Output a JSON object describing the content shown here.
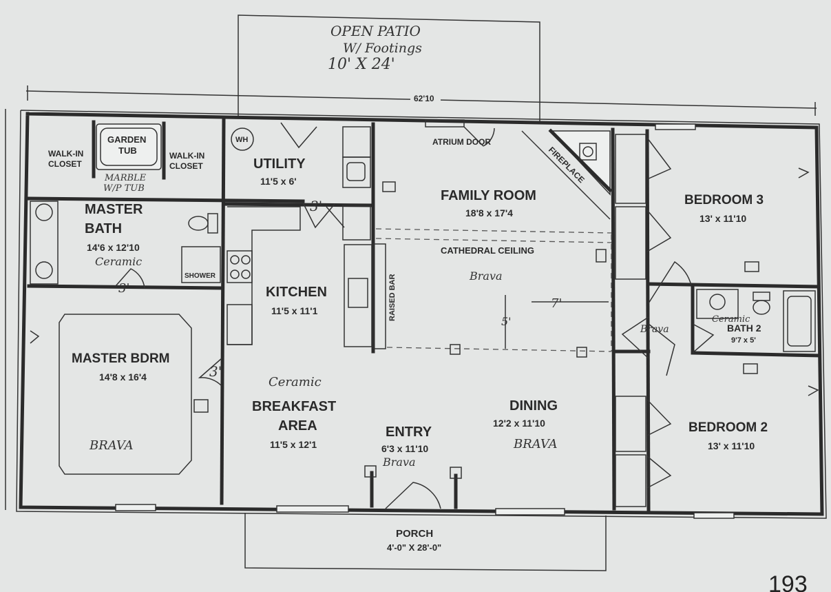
{
  "patio": {
    "line1": "OPEN PATIO",
    "line2": "W/ Footings",
    "line3": "10' X 24'"
  },
  "overall_width": "62'10",
  "rooms": {
    "walk_in_closet_left": {
      "line1": "WALK-IN",
      "line2": "CLOSET"
    },
    "garden_tub": {
      "line1": "GARDEN",
      "line2": "TUB"
    },
    "walk_in_closet_right": {
      "line1": "WALK-IN",
      "line2": "CLOSET"
    },
    "marble_note": {
      "line1": "MARBLE",
      "line2": "W/P TUB"
    },
    "wh": "WH",
    "utility": {
      "name": "UTILITY",
      "dims": "11'5 x 6'"
    },
    "master_bath": {
      "line1": "MASTER",
      "line2": "BATH",
      "dims": "14'6 x 12'10",
      "note": "Ceramic"
    },
    "shower": "SHOWER",
    "kitchen": {
      "name": "KITCHEN",
      "dims": "11'5 x 11'1"
    },
    "family_room": {
      "name": "FAMILY ROOM",
      "dims": "18'8 x 17'4"
    },
    "atrium_door": "ATRIUM DOOR",
    "fireplace": "FIREPLACE",
    "cathedral_ceiling": "CATHEDRAL CEILING",
    "raised_bar": "RAISED BAR",
    "family_note": "Brava",
    "bedroom3": {
      "name": "BEDROOM 3",
      "dims": "13' x 11'10"
    },
    "bath2": {
      "name": "BATH 2",
      "dims": "9'7 x 5'",
      "note": "Ceramic"
    },
    "hall_note": "Brava",
    "master_bdrm": {
      "name": "MASTER BDRM",
      "dims": "14'8 x 16'4",
      "note": "BRAVA"
    },
    "breakfast": {
      "note": "Ceramic",
      "line1": "BREAKFAST",
      "line2": "AREA",
      "dims": "11'5 x 12'1"
    },
    "entry": {
      "name": "ENTRY",
      "dims": "6'3 x 11'10",
      "note": "Brava"
    },
    "dining": {
      "name": "DINING",
      "dims": "12'2 x 11'10",
      "note": "BRAVA"
    },
    "bedroom2": {
      "name": "BEDROOM 2",
      "dims": "13' x 11'10"
    },
    "porch": {
      "name": "PORCH",
      "dims": "4'-0\" X 28'-0\""
    }
  },
  "door_marks": {
    "utility_door": "3'",
    "master_bath_door": "3'",
    "master_bdrm_door": "3'",
    "family_span": "7'",
    "family_vertical": "5'"
  },
  "plan_number": "193"
}
